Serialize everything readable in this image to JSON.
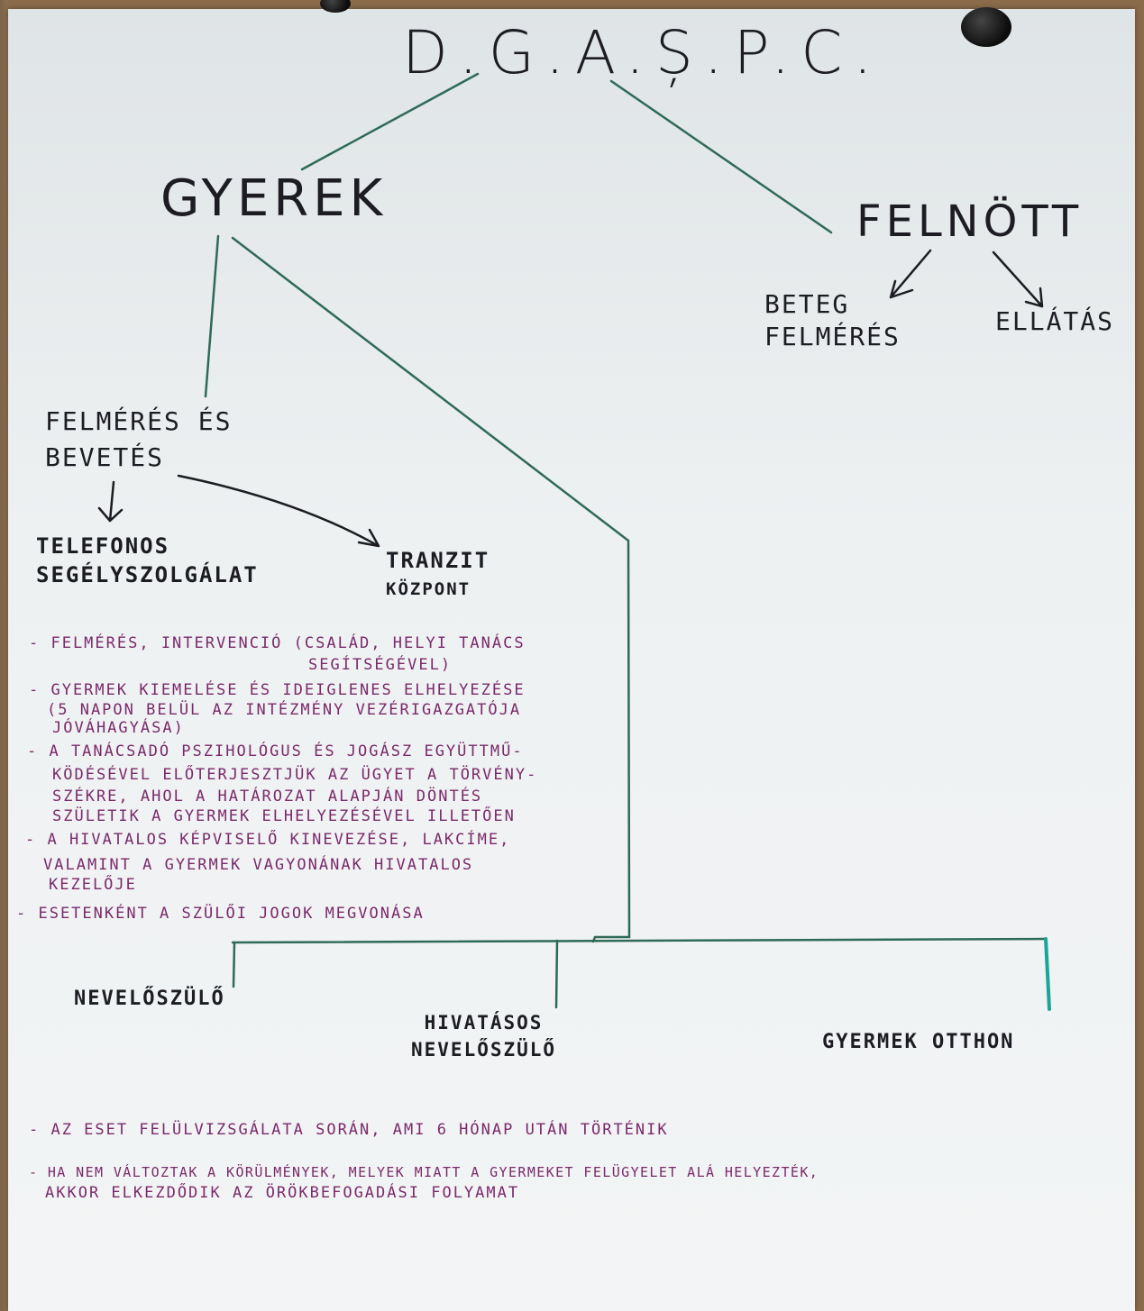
{
  "root": {
    "label": "D.G.A.Ș.P.C."
  },
  "branches": {
    "child": {
      "label": "GYEREK"
    },
    "adult": {
      "label": "FELNÖTT",
      "children": [
        {
          "line1": "BETEG",
          "line2": "FELMÉRÉS"
        },
        {
          "line1": "ELLÁTÁS"
        }
      ]
    }
  },
  "child_tree": {
    "assessment": {
      "line1": "FELMÉRÉS ÉS",
      "line2": "BEVETÉS"
    },
    "helpline": {
      "line1": "TELEFONOS",
      "line2": "SEGÉLYSZOLGÁLAT"
    },
    "transit": {
      "line1": "TRANZIT",
      "line2": "KÖZPONT"
    }
  },
  "notes_top": [
    "- FELMÉRÉS, INTERVENCIÓ (CSALÁD, HELYI TANÁCS",
    "SEGÍTSÉGÉVEL)",
    "- GYERMEK KIEMELÉSE ÉS IDEIGLENES ELHELYEZÉSE",
    "(5 NAPON BELÜL AZ INTÉZMÉNY VEZÉRIGAZGATÓJA",
    "JÓVÁHAGYÁSA)",
    "- A TANÁCSADÓ PSZIHOLÓGUS ÉS JOGÁSZ EGYÜTTMŰ-",
    "KÖDÉSÉVEL ELŐTERJESZTJÜK AZ ÜGYET A TÖRVÉNY-",
    "SZÉKRE, AHOL A HATÁROZAT ALAPJÁN DÖNTÉS",
    "SZÜLETIK A GYERMEK ELHELYEZÉSÉVEL ILLETŐEN",
    "- A HIVATALOS KÉPVISELŐ KINEVEZÉSE, LAKCÍME,",
    "VALAMINT A GYERMEK VAGYONÁNAK HIVATALOS",
    "KEZELŐJE",
    "- ESETENKÉNT A SZÜLŐI JOGOK MEGVONÁSA"
  ],
  "placements": [
    {
      "line1": "NEVELŐSZÜLŐ"
    },
    {
      "line1": "HIVATÁSOS",
      "line2": "NEVELŐSZÜLŐ"
    },
    {
      "line1": "GYERMEK OTTHON"
    }
  ],
  "notes_bottom": [
    "- AZ ESET FELÜLVIZSGÁLATA SORÁN, AMI 6 HÓNAP UTÁN TÖRTÉNIK",
    "- HA NEM VÁLTOZTAK A KÖRÜLMÉNYEK, MELYEK MIATT A GYERMEKET FELÜGYELET ALÁ HELYEZTÉK,",
    "AKKOR ELKEZDŐDIK AZ ÖRÖKBEFOGADÁSI FOLYAMAT"
  ],
  "colors": {
    "ink": "#1c1c22",
    "green": "#2e6a55",
    "purple": "#7a2a6a",
    "teal": "#1aa59a"
  }
}
